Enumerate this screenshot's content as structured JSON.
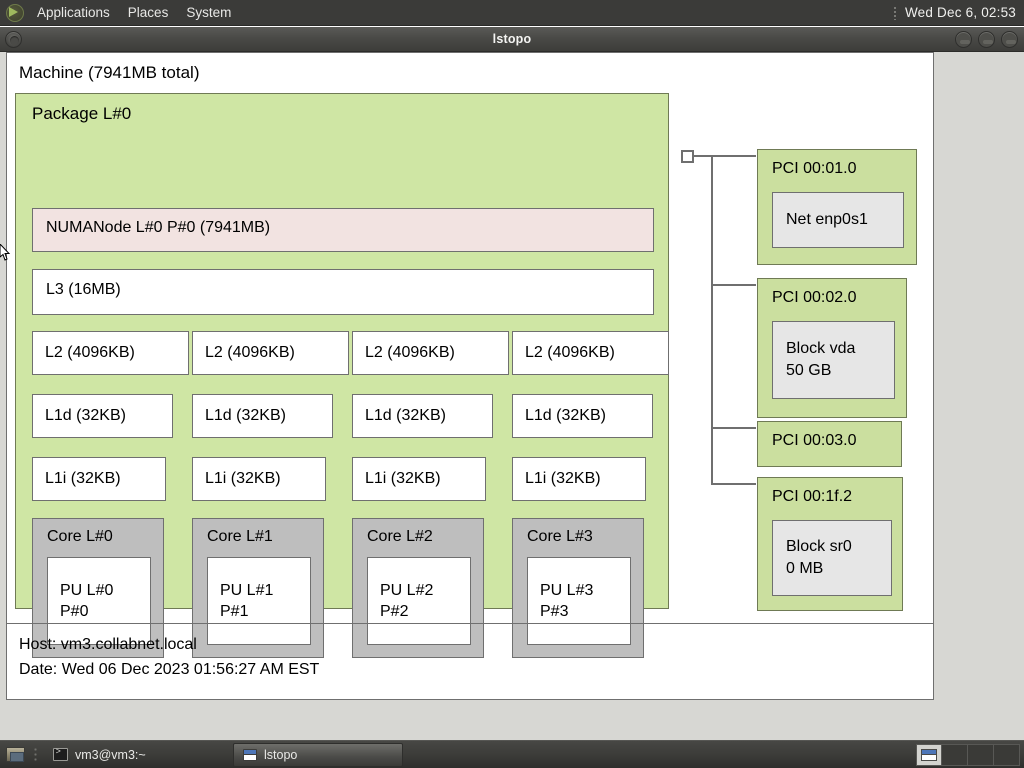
{
  "panel_top": {
    "menus": [
      "Applications",
      "Places",
      "System"
    ],
    "clock": "Wed Dec  6, 02:53"
  },
  "window": {
    "title": "lstopo"
  },
  "topology": {
    "machine_label": "Machine (7941MB total)",
    "package_label": "Package L#0",
    "numanode_label": "NUMANode L#0 P#0 (7941MB)",
    "l3_label": "L3 (16MB)",
    "l2_caches": [
      "L2 (4096KB)",
      "L2 (4096KB)",
      "L2 (4096KB)",
      "L2 (4096KB)"
    ],
    "l1d_caches": [
      "L1d (32KB)",
      "L1d (32KB)",
      "L1d (32KB)",
      "L1d (32KB)"
    ],
    "l1i_caches": [
      "L1i (32KB)",
      "L1i (32KB)",
      "L1i (32KB)",
      "L1i (32KB)"
    ],
    "cores": [
      {
        "label": "Core L#0",
        "pu_line1": "PU L#0",
        "pu_line2": "P#0"
      },
      {
        "label": "Core L#1",
        "pu_line1": "PU L#1",
        "pu_line2": "P#1"
      },
      {
        "label": "Core L#2",
        "pu_line1": "PU L#2",
        "pu_line2": "P#2"
      },
      {
        "label": "Core L#3",
        "pu_line1": "PU L#3",
        "pu_line2": "P#3"
      }
    ],
    "pci_devices": [
      {
        "label": "PCI 00:01.0",
        "dev_line1": "Net enp0s1",
        "dev_line2": ""
      },
      {
        "label": "PCI 00:02.0",
        "dev_line1": "Block vda",
        "dev_line2": "50 GB"
      },
      {
        "label": "PCI 00:03.0",
        "dev_line1": "",
        "dev_line2": ""
      },
      {
        "label": "PCI 00:1f.2",
        "dev_line1": "Block sr0",
        "dev_line2": "0 MB"
      }
    ],
    "host_line": "Host: vm3.collabnet.local",
    "date_line": "Date: Wed 06 Dec 2023 01:56:27 AM EST"
  },
  "panel_bottom": {
    "tasks": [
      {
        "label": "vm3@vm3:~",
        "active": false
      },
      {
        "label": "lstopo",
        "active": true
      }
    ]
  },
  "colors": {
    "package_bg": "#cfe6a4",
    "numanode_bg": "#f2e3e1",
    "cache_bg": "#ffffff",
    "core_bg": "#bebebe",
    "pci_bg": "#cbdf9f",
    "pci_dev_bg": "#e6e6e6",
    "border": "#6f6f6f",
    "panel_bg": "#3b3b39"
  }
}
